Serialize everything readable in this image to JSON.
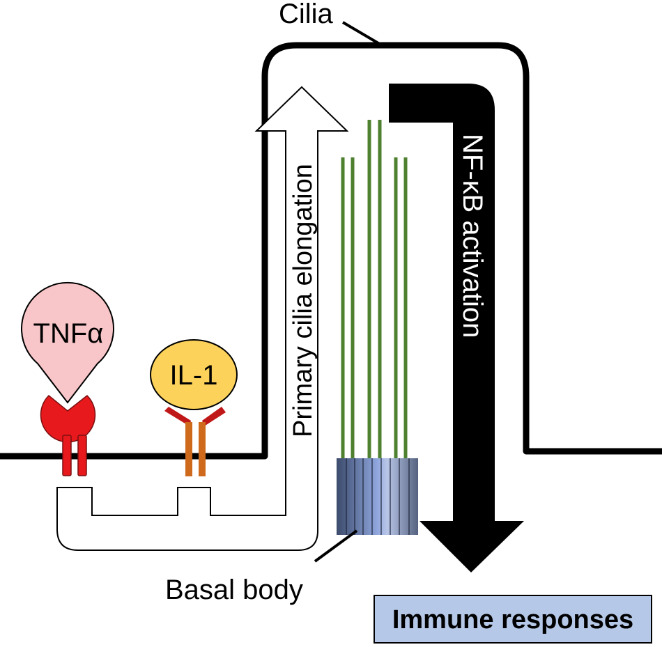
{
  "labels": {
    "cilia": "Cilia",
    "tnf": "TNFα",
    "il1": "IL-1",
    "elongation": "Primary cilia elongation",
    "nfkb": "NF-κB activation",
    "basal_body": "Basal body",
    "immune": "Immune responses"
  },
  "colors": {
    "tnf_fill": "#f8c6c8",
    "tnf_receptor": "#e8191c",
    "il1_fill": "#fcd25a",
    "il1_receptor": "#cf6a1c",
    "il1_ligand_arms": "#c01818",
    "microtubule": "#4e8030",
    "basal_body_dark": "#3a4a6b",
    "basal_body_light": "#9fb4e3",
    "immune_box": "#b6c8e8"
  }
}
